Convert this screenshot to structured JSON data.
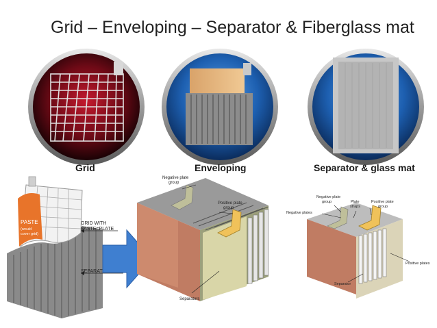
{
  "slide": {
    "title": "Grid – Enveloping – Separator & Fiberglass mat"
  },
  "captions": {
    "grid": "Grid",
    "enveloping": "Enveloping",
    "separator": "Separator & glass mat"
  },
  "diagram1": {
    "paste": "PASTE",
    "paste_note1": "(would",
    "paste_note2": "cover grid)",
    "grid_with": "GRID WITH",
    "paste_plate": "PASTE=PLATE",
    "separator": "SEPARATOR"
  },
  "diagram2": {
    "negative_group_1": "Negative plate",
    "negative_group_2": "group",
    "positive_group_1": "Positive plate",
    "positive_group_2": "group",
    "separators": "Separators"
  },
  "diagram3": {
    "negative_plates": "Negative plates",
    "negative_group_1": "Negative plate",
    "negative_group_2": "group",
    "plate_straps_1": "Plate",
    "plate_straps_2": "straps",
    "positive_group_1": "Positive plate",
    "positive_group_2": "group",
    "positive_plates": "Positive plates",
    "separator": "Separator"
  },
  "colors": {
    "grid_bg": "#8a0f1c",
    "blue_bg": "#1d5fb0",
    "arrow": "#3f7fd0",
    "paste": "#e8742a"
  }
}
